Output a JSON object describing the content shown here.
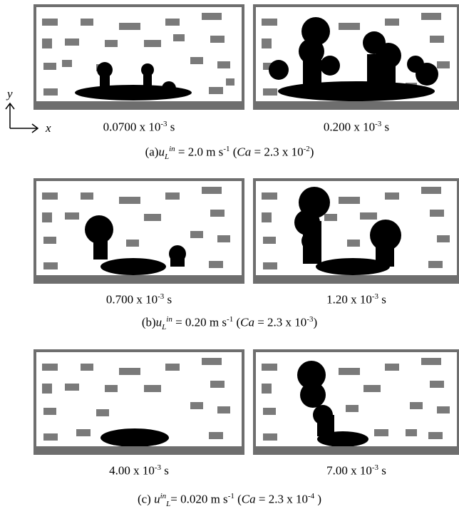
{
  "axes": {
    "y_label": "y",
    "x_label": "x"
  },
  "rows": [
    {
      "panels": [
        {
          "time": {
            "value": "0.0700",
            "unit_text": " x 10",
            "exp": "-3",
            "suffix": " s"
          }
        },
        {
          "time": {
            "value": "0.200",
            "unit_text": " x 10",
            "exp": "-3",
            "suffix": " s"
          }
        }
      ],
      "caption": {
        "prefix": "(a)",
        "var": "u",
        "sub": "L",
        "sup": "in",
        "eq": " = 2.0 m s",
        "unit_exp": "-1",
        "open": " (",
        "ca": "Ca",
        "ca_val": " = 2.3 x 10",
        "ca_exp": "-2",
        "close": ")"
      }
    },
    {
      "panels": [
        {
          "time": {
            "value": "0.700",
            "unit_text": " x 10",
            "exp": "-3",
            "suffix": " s"
          }
        },
        {
          "time": {
            "value": "1.20",
            "unit_text": " x 10",
            "exp": "-3",
            "suffix": " s"
          }
        }
      ],
      "caption": {
        "prefix": "(b)",
        "var": "u",
        "sub": "L",
        "sup": "in",
        "eq": " = 0.20 m s",
        "unit_exp": "-1",
        "open": " (",
        "ca": "Ca",
        "ca_val": " = 2.3 x 10",
        "ca_exp": "-3",
        "close": ")"
      }
    },
    {
      "panels": [
        {
          "time": {
            "value": "4.00",
            "unit_text": " x 10",
            "exp": "-3",
            "suffix": " s"
          }
        },
        {
          "time": {
            "value": "7.00",
            "unit_text": " x 10",
            "exp": "-3",
            "suffix": " s"
          }
        }
      ],
      "caption": {
        "prefix": "(c) ",
        "var": "u",
        "sub": "L",
        "sup": "in",
        "eq": "= 0.020 m s",
        "unit_exp": "-1",
        "open": " (",
        "ca": "Ca",
        "ca_val": " = 2.3 x 10",
        "ca_exp": "-4",
        "close": " )"
      }
    }
  ],
  "colors": {
    "obstacle": "#7a7a7a",
    "frame": "#6e6e6e",
    "droplet": "#000000",
    "background": "#ffffff"
  }
}
